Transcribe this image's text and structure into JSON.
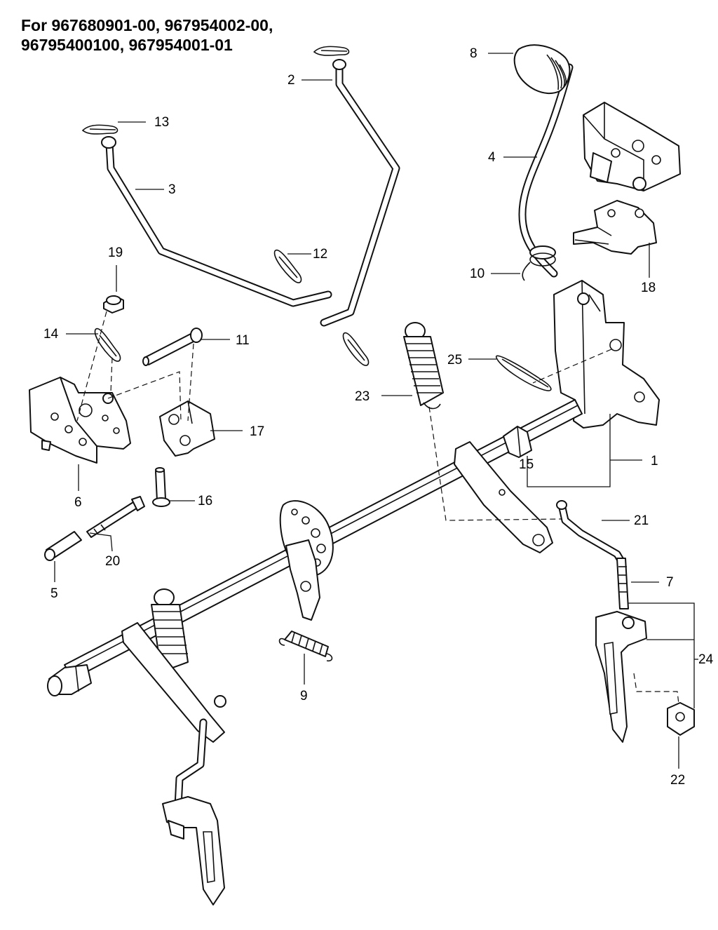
{
  "title": {
    "line1": "For 967680901-00, 967954002-00,",
    "line2": "96795400100, 967954001-01"
  },
  "callouts": [
    "1",
    "2",
    "3",
    "4",
    "5",
    "6",
    "7",
    "8",
    "9",
    "10",
    "11",
    "12",
    "13",
    "14",
    "15",
    "16",
    "17",
    "18",
    "19",
    "20",
    "21",
    "22",
    "23",
    "24",
    "25"
  ]
}
